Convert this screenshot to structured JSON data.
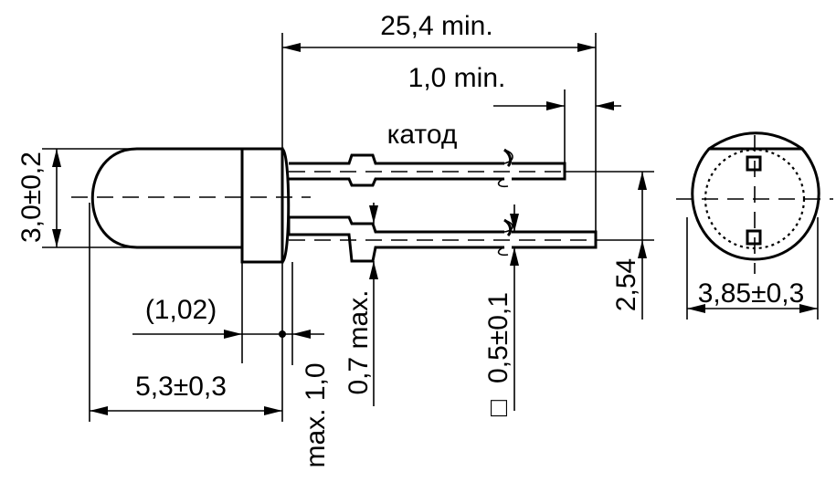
{
  "labels": {
    "lead_length": "25,4 min.",
    "lead_extension": "1,0 min.",
    "cathode": "катод",
    "height": "3,0±0,2",
    "flange": "(1,02)",
    "body_length": "5,3±0,3",
    "meniscus": "max. 1,0",
    "lead_bulge": "0,7 max.",
    "lead_square": "0,5±0,1",
    "lead_square_symbol": "□",
    "pitch": "2,54",
    "flat_width": "3,85±0,3"
  }
}
